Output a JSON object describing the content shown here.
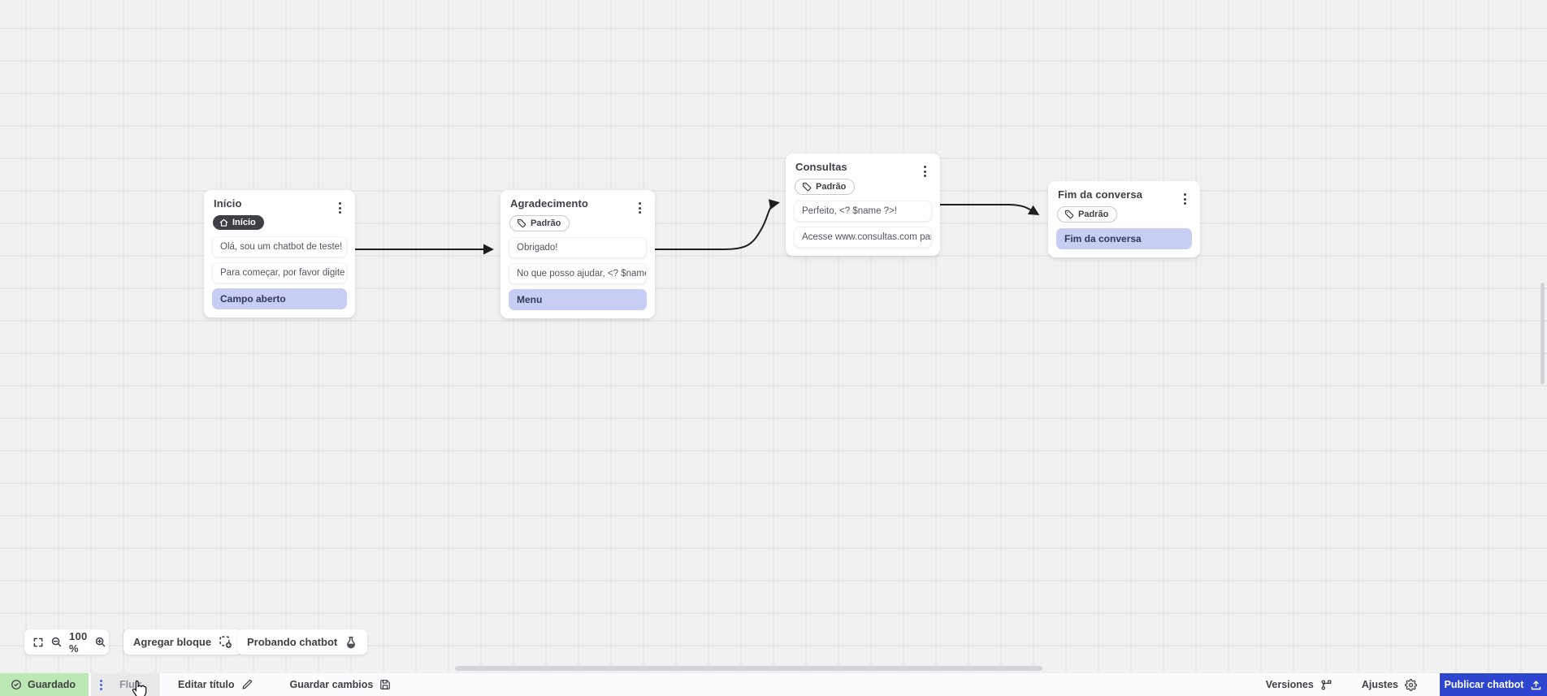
{
  "canvas": {
    "nodes": [
      {
        "title": "Início",
        "badge_label": "Início",
        "cards": [
          {
            "text": "Olá, sou um chatbot de teste!"
          },
          {
            "text": "Para começar, por favor digite o ..."
          },
          {
            "text": "Campo aberto"
          }
        ]
      },
      {
        "title": "Agradecimento",
        "badge_label": "Padrão",
        "cards": [
          {
            "text": "Obrigado!"
          },
          {
            "text": "No que posso ajudar, <? $name ..."
          },
          {
            "text": "Menu"
          }
        ]
      },
      {
        "title": "Consultas",
        "badge_label": "Padrão",
        "cards": [
          {
            "text": "Perfeito, <? $name ?>!"
          },
          {
            "text": "Acesse www.consultas.com par..."
          }
        ]
      },
      {
        "title": "Fim da conversa",
        "badge_label": "Padrão",
        "cards": [
          {
            "text": "Fim da conversa"
          }
        ]
      }
    ]
  },
  "toolbar": {
    "zoom_value": "100 %",
    "add_block_label": "Agregar bloque",
    "test_chatbot_label": "Probando chatbot"
  },
  "footer": {
    "saved_label": "Guardado",
    "flow_tab_label": "Fluir",
    "edit_title_label": "Editar título",
    "save_changes_label": "Guardar cambios",
    "versions_label": "Versiones",
    "settings_label": "Ajustes",
    "publish_label": "Publicar chatbot"
  },
  "colors": {
    "publish_blue": "#2e45cf",
    "saved_green": "#bce8b4",
    "action_card_purple": "#c7cdf3",
    "badge_dark": "#3f3f46",
    "edge_black": "#1f1f1f"
  }
}
